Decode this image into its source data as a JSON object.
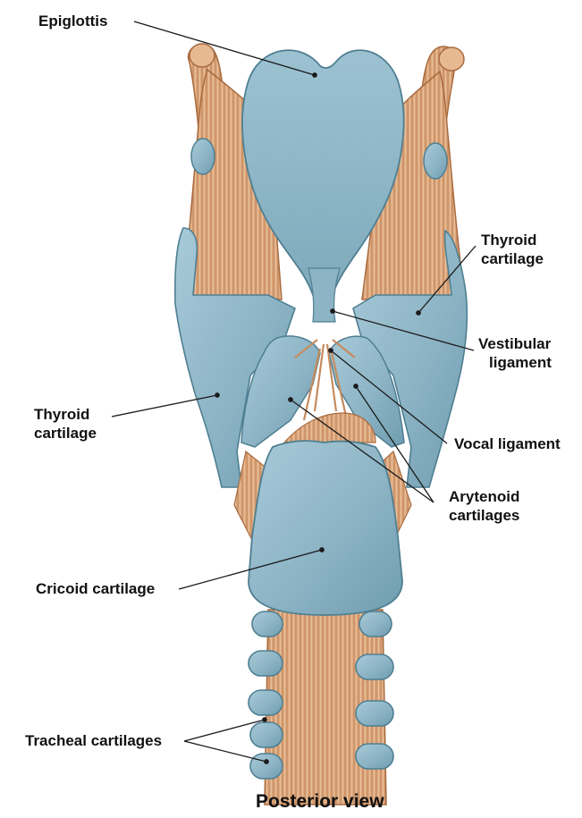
{
  "figure": {
    "caption": "Posterior view",
    "colors": {
      "cartilage": "#8fb6c6",
      "cartilage_dark": "#5f8da0",
      "muscle": "#dba67c",
      "muscle_dark": "#b9784b",
      "leader": "#1a1a1a"
    }
  },
  "labels": {
    "epiglottis": "Epiglottis",
    "thyroid_right": [
      "Thyroid",
      "cartilage"
    ],
    "vestibular": [
      "Vestibular",
      "ligament"
    ],
    "thyroid_left": [
      "Thyroid",
      "cartilage"
    ],
    "vocal": "Vocal ligament",
    "arytenoid": [
      "Arytenoid",
      "cartilages"
    ],
    "cricoid": "Cricoid cartilage",
    "tracheal": "Tracheal cartilages"
  }
}
